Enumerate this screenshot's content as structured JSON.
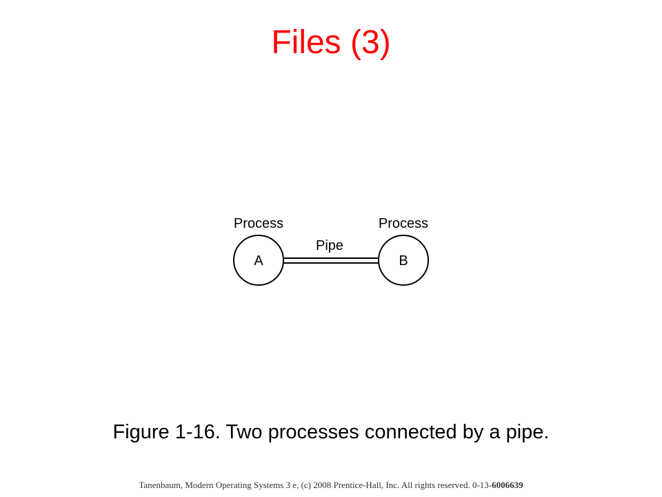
{
  "slide": {
    "title": "Files (3)",
    "caption": "Figure 1-16. Two processes connected by a pipe.",
    "footer_prefix": "Tanenbaum, Modern Operating Systems 3 e, (c) 2008 Prentice-Hall, Inc. All rights reserved. 0-13-",
    "footer_suffix": "6006639"
  },
  "diagram": {
    "process_a": {
      "caption": "Process",
      "label": "A"
    },
    "process_b": {
      "caption": "Process",
      "label": "B"
    },
    "pipe_label": "Pipe"
  },
  "colors": {
    "title": "#ff0000",
    "text": "#000000",
    "footer": "#333333"
  }
}
